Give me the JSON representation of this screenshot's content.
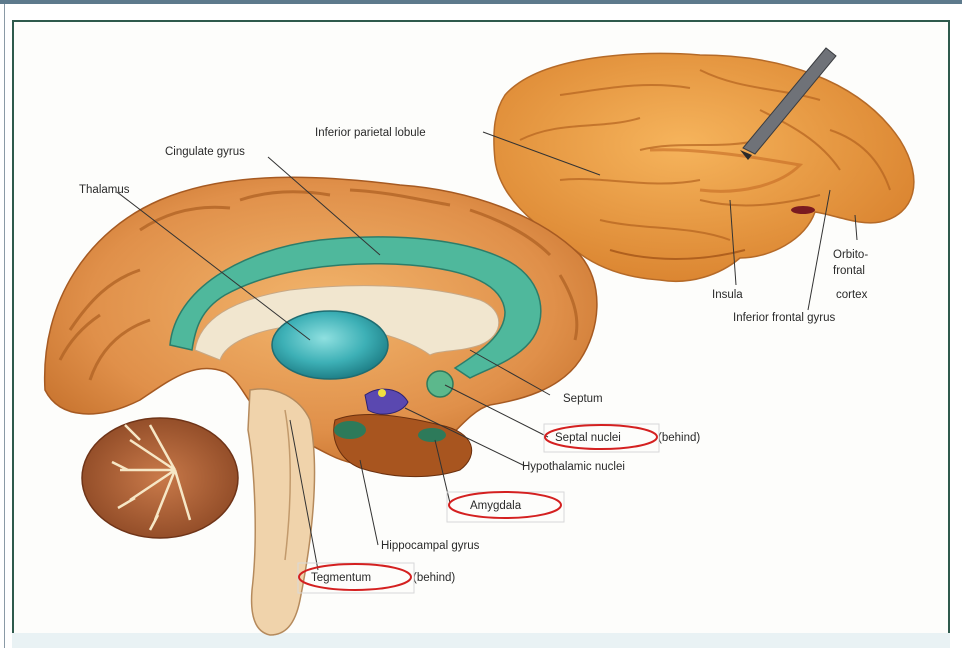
{
  "labels": {
    "inferior_parietal_lobule": "Inferior parietal lobule",
    "cingulate_gyrus": "Cingulate gyrus",
    "thalamus": "Thalamus",
    "insula": "Insula",
    "orbito_frontal_cortex": [
      "Orbito-",
      "frontal",
      "cortex"
    ],
    "inferior_frontal_gyrus": "Inferior frontal gyrus",
    "septum": "Septum",
    "septal_nuclei": "Septal nuclei",
    "septal_nuclei_suffix": "(behind)",
    "hypothalamic_nuclei": "Hypothalamic nuclei",
    "amygdala": "Amygdala",
    "hippocampal_gyrus": "Hippocampal gyrus",
    "tegmentum": "Tegmentum",
    "tegmentum_suffix": "(behind)"
  },
  "colors": {
    "frame": "#2e5a4c",
    "cortex": "#e29a52",
    "cingulate": "#4fb89c",
    "thalamus": "#3eb0b4",
    "highlight_ring": "#d42020"
  }
}
